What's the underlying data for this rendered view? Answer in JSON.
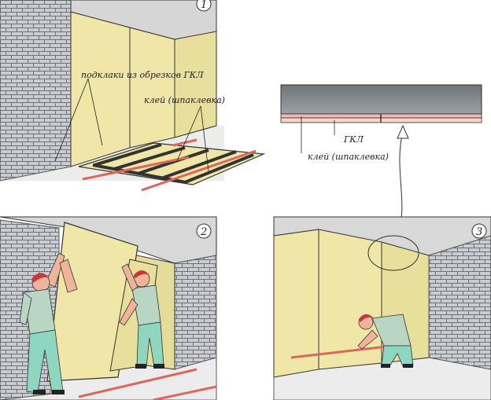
{
  "panels": [
    {
      "number": "1"
    },
    {
      "number": "2"
    },
    {
      "number": "3"
    }
  ],
  "labels": {
    "shims": "подклаки из обрезков ГКЛ",
    "glue_panel1": "клей (шпаклевка)",
    "gkl": "ГКЛ",
    "glue_detail": "клей (шпаклевка)"
  },
  "colors": {
    "board": "#efe6a8",
    "board_shade": "#d9cf86",
    "brick": "#c9ccd0",
    "brick_line": "#6d7178",
    "floor": "#ededed",
    "glue": "#f3b9b3",
    "rail": "#d9685b",
    "shirt": "#b9d6c2",
    "pants": "#8fd6c0",
    "skin": "#f0b49a",
    "hair": "#c23a3a"
  }
}
